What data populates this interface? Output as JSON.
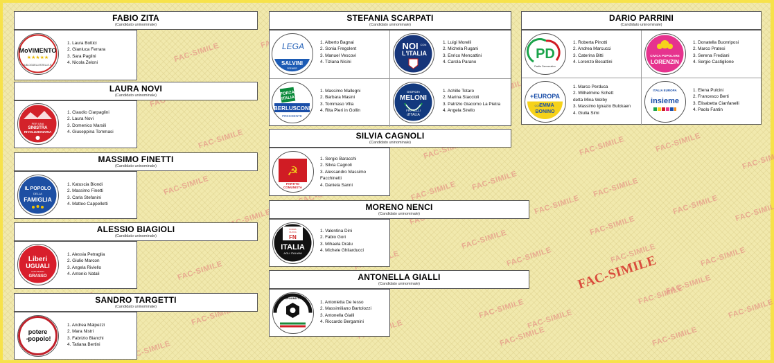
{
  "watermark": "FAC-SIMILE",
  "subtitle": "(Candidato uninominale)",
  "colors": {
    "background": "#f1e9ad",
    "edge": "#f7e24a",
    "watermark": "#d94b3c"
  },
  "sections": [
    {
      "candidate": "FABIO ZITA",
      "parties": [
        {
          "logo": "movimento-5-stelle-logo",
          "logo_text": [
            "MoVIMENTO",
            "ILBLOGDELLESTELLE.IT"
          ],
          "candidates": [
            "1.  Laura Bottici",
            "2.  Gianluca Ferrara",
            "3.  Sara Paglini",
            "4.  Nicola Zeloni"
          ]
        }
      ]
    },
    {
      "candidate": "LAURA NOVI",
      "parties": [
        {
          "logo": "sinistra-rivoluzionaria-logo",
          "logo_text": [
            "PER UNA",
            "SINISTRA",
            "RIVOLUZIONARIA"
          ],
          "candidates": [
            "1.  Claudio Ciarpaglini",
            "2.  Laura Novi",
            "3.  Domenico Marsili",
            "4.  Giuseppina Tommasi"
          ]
        }
      ]
    },
    {
      "candidate": "MASSIMO FINETTI",
      "parties": [
        {
          "logo": "popolo-della-famiglia-logo",
          "logo_text": [
            "IL POPOLO",
            "DELLA",
            "FAMIGLIA"
          ],
          "candidates": [
            "1.  Katuscia Biondi",
            "2.  Massimo Finetti",
            "3.  Carla Stefanini",
            "4.  Matteo Cappelletti"
          ]
        }
      ]
    },
    {
      "candidate": "ALESSIO BIAGIOLI",
      "parties": [
        {
          "logo": "liberi-e-uguali-logo",
          "logo_text": [
            "Liberi",
            "UGUALI",
            "CON PIETRO",
            "GRASSO"
          ],
          "candidates": [
            "1.  Alessia Petraglia",
            "2.  Giulio Marcon",
            "3.  Angela Riviello",
            "4.  Antonio Natali"
          ]
        }
      ]
    },
    {
      "candidate": "SANDRO TARGETTI",
      "parties": [
        {
          "logo": "potere-al-popolo-logo",
          "logo_text": [
            "potere",
            "al",
            "popolo!"
          ],
          "candidates": [
            "1.  Andrea Malpezzi",
            "2.  Mara Nistri",
            "3.  Fabrizio Bianchi",
            "4.  Tatiana Bertini"
          ]
        }
      ]
    },
    {
      "candidate": "STEFANIA SCARPATI",
      "parties": [
        {
          "logo": "lega-salvini-logo",
          "logo_text": [
            "LEGA",
            "SALVINI",
            "PREMIER"
          ],
          "candidates": [
            "1.  Alberto Bagnai",
            "2.  Sonia Fregolent",
            "3.  Manuel Vescovi",
            "4.  Tiziana Nisini"
          ]
        },
        {
          "logo": "noi-con-italia-logo",
          "logo_text": [
            "NOI",
            "CON",
            "L'ITALIA"
          ],
          "candidates": [
            "1.  Luigi Morelli",
            "2.  Michela Rugani",
            "3.  Enrico Mencattini",
            "4.  Carola Parano"
          ]
        },
        {
          "logo": "forza-italia-berlusconi-logo",
          "logo_text": [
            "FORZA",
            "ITALIA",
            "BERLUSCONI",
            "PRESIDENTE"
          ],
          "candidates": [
            "1.  Massimo Mallegni",
            "2.  Barbara Masini",
            "3.  Tommaso Villa",
            "4.  Rita Pieri in Gollin"
          ]
        },
        {
          "logo": "fratelli-d-italia-meloni-logo",
          "logo_text": [
            "GIORGIA",
            "MELONI",
            "FRATELLI",
            "d'ITALIA"
          ],
          "candidates": [
            "1.  Achille Totaro",
            "2.  Marina Staccioli",
            "3.  Patrizio Giacomo La Pietra",
            "4.  Angela Sirello"
          ]
        }
      ]
    },
    {
      "candidate": "SILVIA CAGNOLI",
      "parties": [
        {
          "logo": "partito-comunista-logo",
          "logo_text": [
            "PARTITO",
            "COMUNISTA"
          ],
          "candidates": [
            "1.  Sergio Baracchi",
            "2.  Silvia Cagnoli",
            "3.  Alessandro Massimo",
            "    Facchinetti",
            "4.  Daniela Sanni"
          ]
        }
      ]
    },
    {
      "candidate": "MORENO NENCI",
      "parties": [
        {
          "logo": "italia-agli-italiani-logo",
          "logo_text": [
            "FORZA",
            "NUOVA",
            "FN",
            "ITALIA",
            "AGLI ITALIANI"
          ],
          "candidates": [
            "1.  Valentina Dini",
            "2.  Fabio Gori",
            "3.  Mihaela Dratu",
            "4.  Michele Ghilarducci"
          ]
        }
      ]
    },
    {
      "candidate": "ANTONELLA GIALLI",
      "parties": [
        {
          "logo": "casapound-italia-logo",
          "logo_text": [
            "CASAPOUND ITALIA"
          ],
          "candidates": [
            "1.  Antonietta De Iesso",
            "2.  Massimiliano Bartolozzi",
            "3.  Antonella Gialli",
            "4.  Riccardo Bergamini"
          ]
        }
      ]
    },
    {
      "candidate": "DARIO PARRINI",
      "parties": [
        {
          "logo": "partito-democratico-logo",
          "logo_text": [
            "PD",
            "Partito Democratico"
          ],
          "candidates": [
            "1.  Roberta Pinotti",
            "2.  Andrea Marcucci",
            "3.  Caterina Bitti",
            "4.  Lorenzo Becattini"
          ]
        },
        {
          "logo": "civica-popolare-lorenzin-logo",
          "logo_text": [
            "CIVICA POPOLARE",
            "LORENZIN"
          ],
          "candidates": [
            "1.  Donatella Buonriposi",
            "2.  Marco Pratesi",
            "3.  Serena Frediani",
            "4.  Sergio Castiglione"
          ]
        },
        {
          "logo": "piu-europa-bonino-logo",
          "logo_text": [
            "+EUROPA",
            "CON",
            "EMMA",
            "BONINO"
          ],
          "candidates": [
            "1.  Marco Perduca",
            "2.  Wilhelmine Schett",
            "    detta Mina Welby",
            "3.  Massimo Ignazio Bulckaen",
            "4.  Giulia Simi"
          ]
        },
        {
          "logo": "insieme-logo",
          "logo_text": [
            "ITALIA EUROPA",
            "insieme"
          ],
          "candidates": [
            "1.  Elena Pulcini",
            "2.  Francesco Berti",
            "3.  Elisabetta Cianfanelli",
            "4.  Paolo Fantin"
          ]
        }
      ]
    }
  ]
}
